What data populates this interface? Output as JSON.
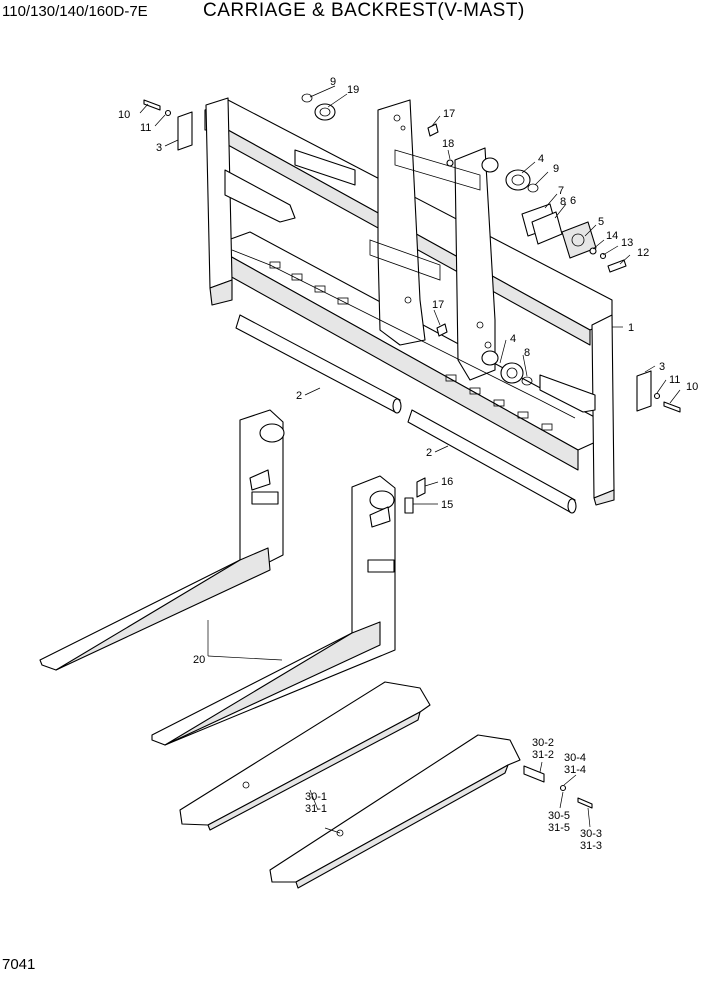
{
  "header": {
    "model": "110/130/140/160D-7E",
    "title": "CARRIAGE & BACKREST(V-MAST)"
  },
  "footer": {
    "page_code": "7041"
  },
  "callouts": {
    "c1": "1",
    "c2a": "2",
    "c2b": "2",
    "c3a": "3",
    "c3b": "3",
    "c4a": "4",
    "c4b": "4",
    "c5": "5",
    "c6": "6",
    "c7": "7",
    "c8a": "8",
    "c8b": "8",
    "c9a": "9",
    "c9b": "9",
    "c10a": "10",
    "c10b": "10",
    "c11a": "11",
    "c11b": "11",
    "c12": "12",
    "c13": "13",
    "c14": "14",
    "c15": "15",
    "c16": "16",
    "c17a": "17",
    "c17b": "17",
    "c18": "18",
    "c19": "19",
    "c20": "20",
    "c30_1": "30-1",
    "c31_1": "31-1",
    "c30_2": "30-2",
    "c31_2": "31-2",
    "c30_3": "30-3",
    "c31_3": "31-3",
    "c30_4": "30-4",
    "c31_4": "31-4",
    "c30_5": "30-5",
    "c31_5": "31-5"
  }
}
